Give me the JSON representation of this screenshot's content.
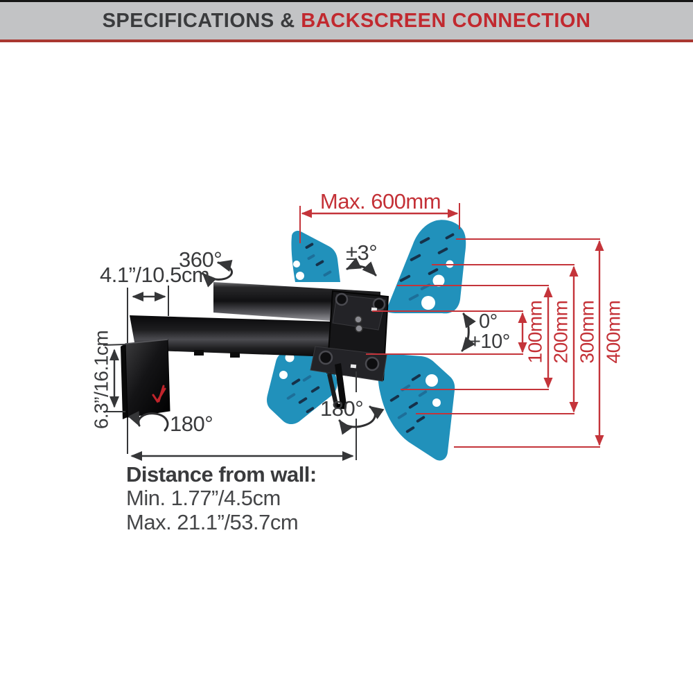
{
  "header": {
    "title_prefix": "SPECIFICATIONS & ",
    "title_highlight": "BACKSCREEN CONNECTION"
  },
  "colors": {
    "accent_red": "#c1292f",
    "dimension_red": "#c43137",
    "ink": "#3a3b3d",
    "wing_blue": "#2191bb",
    "header_bg": "#c2c3c5"
  },
  "diagram": {
    "max_width": "Max. 600mm",
    "swivel": "360°",
    "arm_length": "4.1”/10.5cm",
    "level_adjustment": "±3°",
    "tilt_min": "0°",
    "tilt_max": "+10°",
    "vesa": {
      "v100": "100mm",
      "v200": "200mm",
      "v300": "300mm",
      "v400": "400mm"
    },
    "wall_plate_height": "6.3”/16.1cm",
    "rotation_left": "180°",
    "rotation_center": "180°",
    "distance": {
      "title": "Distance from wall:",
      "min": "Min. 1.77”/4.5cm",
      "max": "Max. 21.1”/53.7cm"
    }
  }
}
